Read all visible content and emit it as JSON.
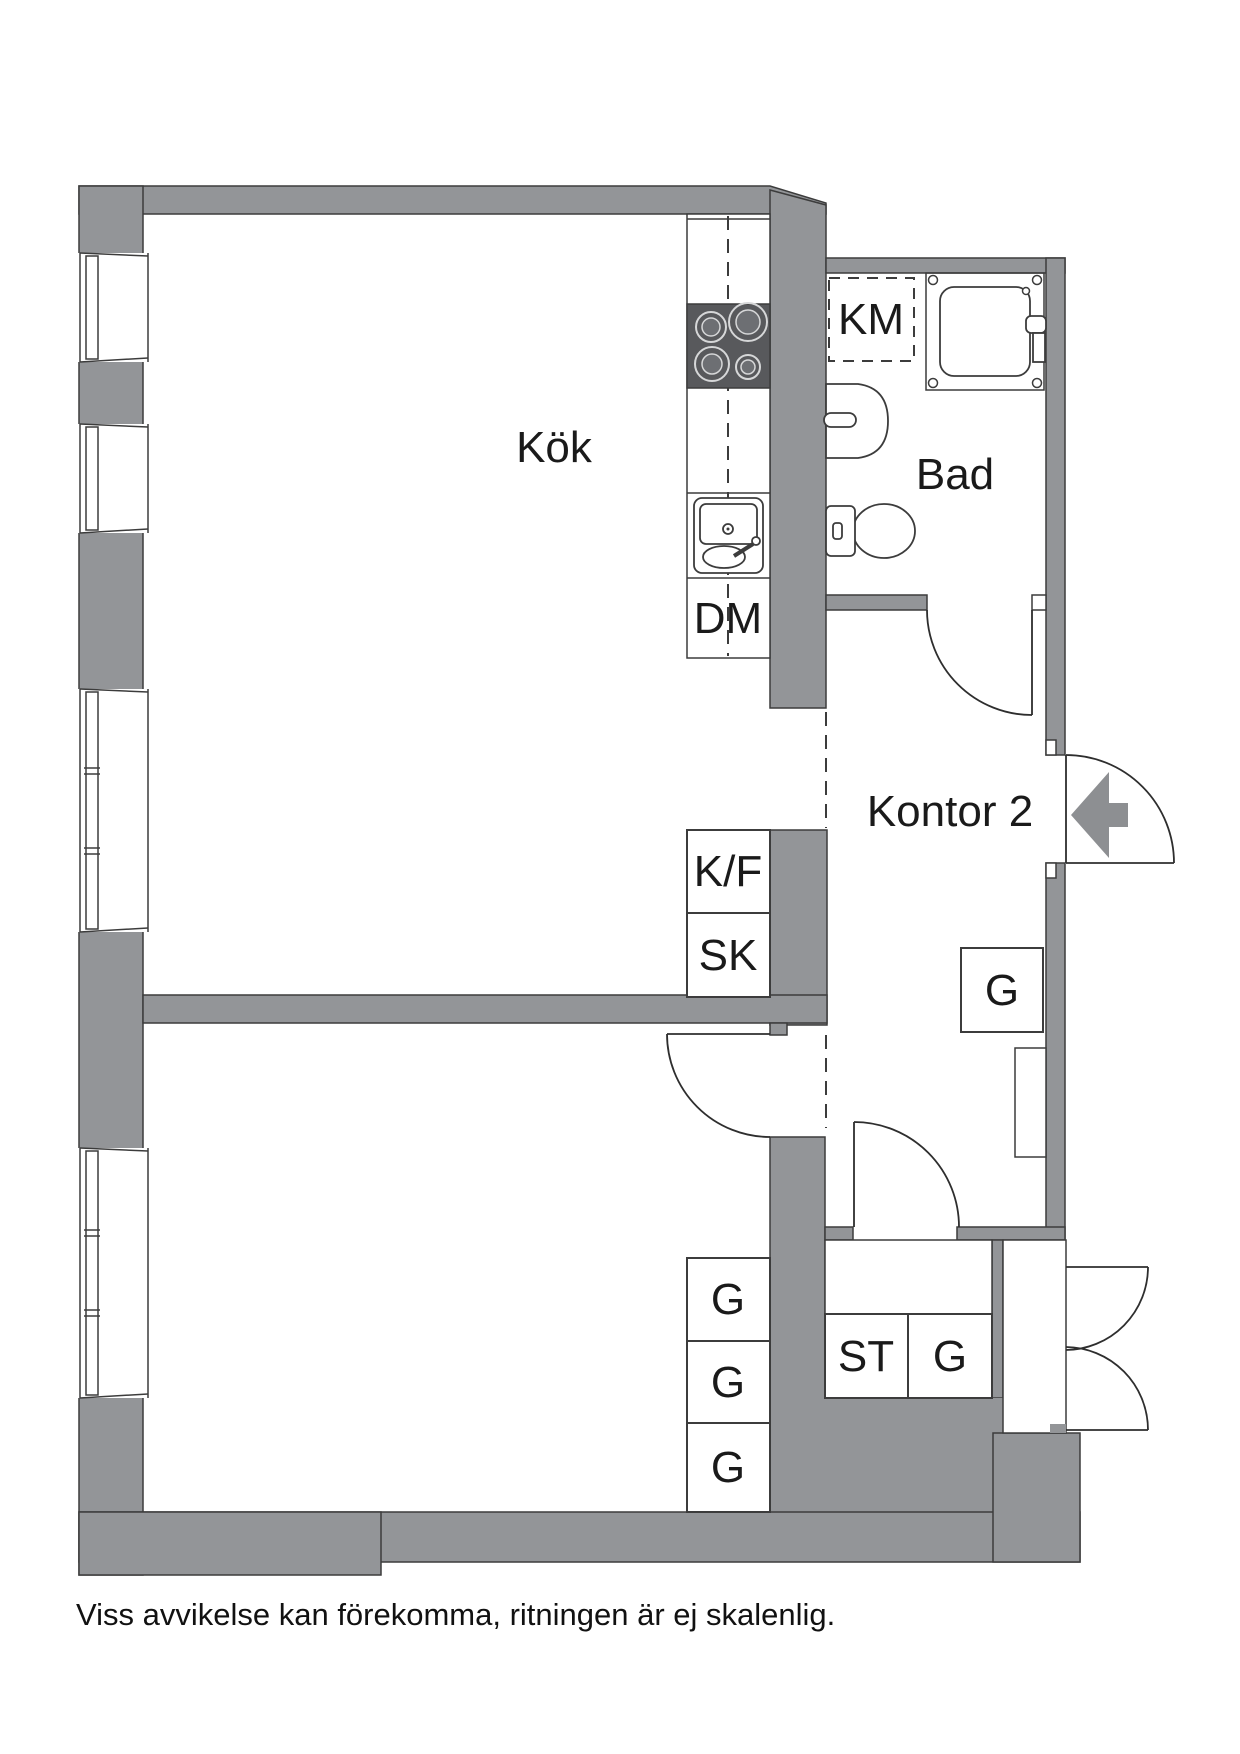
{
  "colors": {
    "wall": "#939598",
    "line": "#3c3c3c",
    "stove": "#58595c",
    "text": "#1a1a1a",
    "arrow": "#8d8f92"
  },
  "rooms": {
    "kitchen": "Kök",
    "bathroom": "Bad",
    "office": "Kontor 2"
  },
  "fixtures": {
    "washing_machine": "KM",
    "dishwasher": "DM",
    "fridge_freezer": "K/F",
    "cleaning_cabinet": "SK",
    "wardrobe": "G",
    "storage": "ST"
  },
  "disclaimer": "Viss avvikelse kan förekomma, ritningen är ej skalenlig."
}
